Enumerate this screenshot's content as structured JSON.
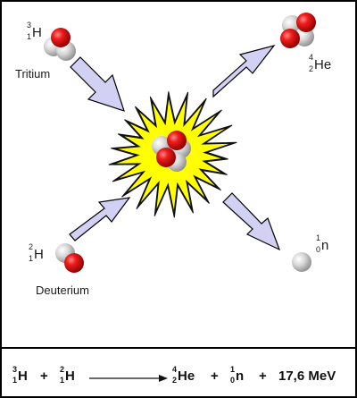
{
  "colors": {
    "frame": "#000000",
    "arrow_fill": "#d3d1f3",
    "arrow_stroke": "#000000",
    "burst_outer": "#111111",
    "burst_inner": "#ffff00",
    "proton": "#e01010",
    "neutron": "#d6d6d6"
  },
  "labels": {
    "tritium": "Tritium",
    "deuterium": "Deuterium"
  },
  "isotopes": {
    "tritium": {
      "mass": "3",
      "atomic": "1",
      "symbol": "H"
    },
    "helium": {
      "mass": "4",
      "atomic": "2",
      "symbol": "He"
    },
    "deuterium": {
      "mass": "2",
      "atomic": "1",
      "symbol": "H"
    },
    "neutron": {
      "mass": "1",
      "atomic": "0",
      "symbol": "n"
    }
  },
  "equation": {
    "reactant1": {
      "mass": "3",
      "atomic": "1",
      "symbol": "H"
    },
    "plus": "+",
    "reactant2": {
      "mass": "2",
      "atomic": "1",
      "symbol": "H"
    },
    "product1": {
      "mass": "4",
      "atomic": "2",
      "symbol": "He"
    },
    "product2": {
      "mass": "1",
      "atomic": "0",
      "symbol": "n"
    },
    "energy": "17,6 MeV"
  }
}
